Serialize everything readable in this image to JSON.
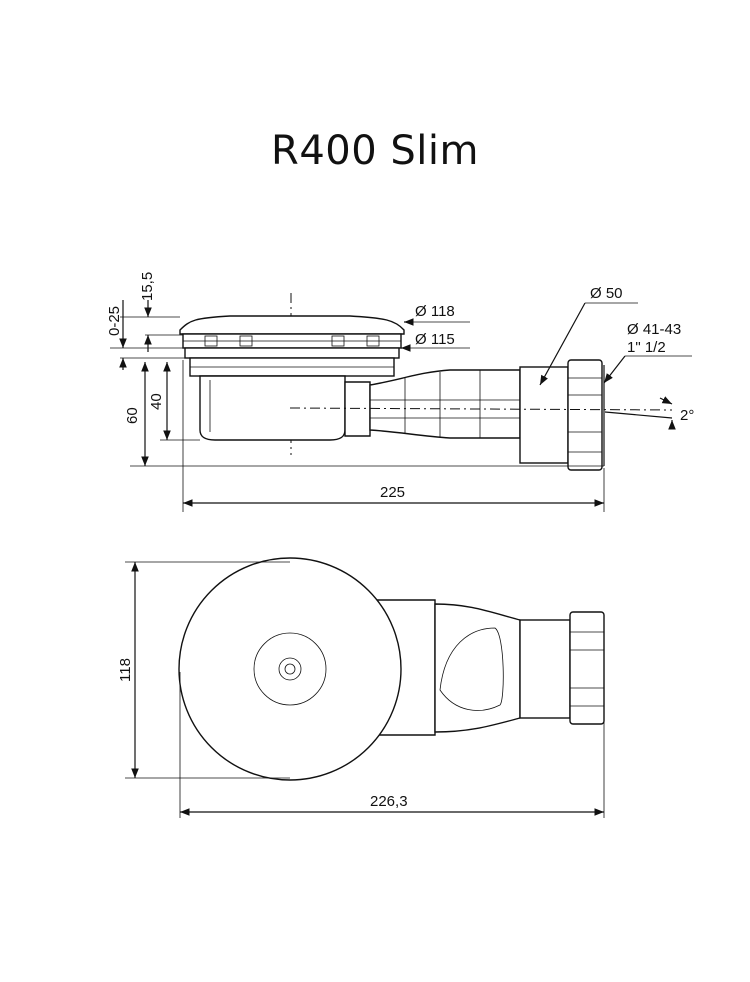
{
  "title": "R400 Slim",
  "side_view": {
    "dim_top_adjust": "15,5",
    "dim_range": "0-25",
    "dim_height_total": "60",
    "dim_height_body": "40",
    "dim_cover_diameter": "Ø 118",
    "dim_flange_diameter": "Ø 115",
    "dim_outlet_diameter": "Ø 50",
    "dim_outlet_range": "Ø 41-43",
    "dim_outlet_thread": "1\" 1/2",
    "dim_slope": "2°",
    "dim_length": "225"
  },
  "top_view": {
    "dim_width": "118",
    "dim_length": "226,3"
  }
}
